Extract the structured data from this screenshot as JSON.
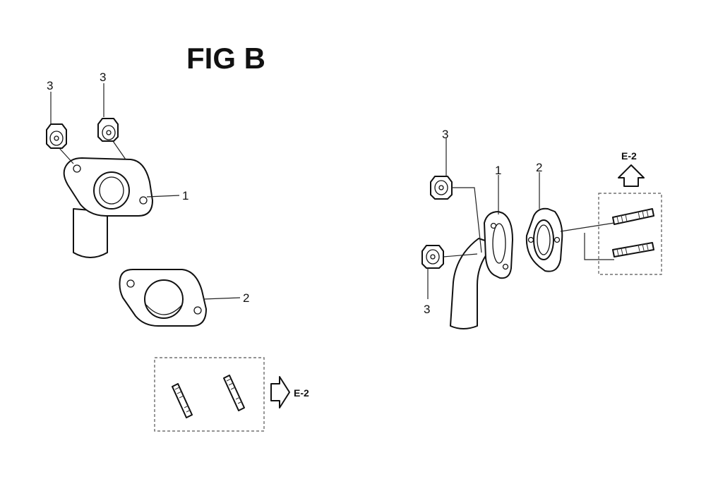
{
  "title": "FIG B",
  "left_view": {
    "callouts": {
      "bolt_a": "3",
      "bolt_b": "3",
      "pipe": "1",
      "gasket": "2"
    },
    "stud_box_ref": "E-2"
  },
  "right_view": {
    "callouts": {
      "bolt_top": "3",
      "bolt_bottom": "3",
      "pipe": "1",
      "gasket": "2"
    },
    "stud_box_ref": "E-2"
  }
}
